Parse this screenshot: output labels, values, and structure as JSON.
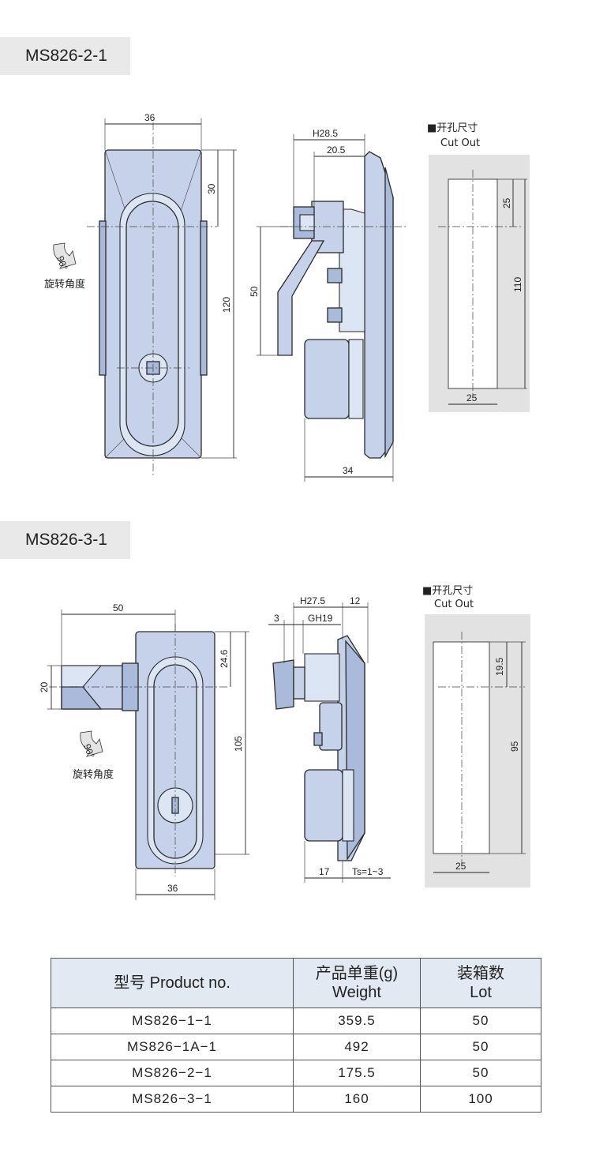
{
  "section1": {
    "title": "MS826-2-1",
    "dims": {
      "width_36": "36",
      "top_30": "30",
      "height_120": "120",
      "h28_5": "H28.5",
      "d20_5": "20.5",
      "side_50": "50",
      "depth_34": "34",
      "cut_25_top": "25",
      "cut_110": "110",
      "cut_25_bottom": "25"
    },
    "rotation_angle": "90°",
    "rotation_label": "旋转角度",
    "cutout_title_cn": "■开孔尺寸",
    "cutout_title_en": "Cut Out"
  },
  "section2": {
    "title": "MS826-3-1",
    "dims": {
      "width_50": "50",
      "left_20": "20",
      "top_24_6": "24.6",
      "height_105": "105",
      "bottom_36": "36",
      "h27_5": "H27.5",
      "d12": "12",
      "d3": "3",
      "gh19": "GH19",
      "d17": "17",
      "ts": "Ts=1~3",
      "cut_19_5": "19.5",
      "cut_95": "95",
      "cut_25": "25"
    },
    "rotation_angle": "90°",
    "rotation_label": "旋转角度",
    "cutout_title_cn": "■开孔尺寸",
    "cutout_title_en": "Cut Out"
  },
  "table": {
    "headers": [
      {
        "line1": "型号 Product no.",
        "line2": ""
      },
      {
        "line1": "产品单重(g)",
        "line2": "Weight"
      },
      {
        "line1": "装箱数",
        "line2": "Lot"
      }
    ],
    "rows": [
      [
        "MS826−1−1",
        "359.5",
        "50"
      ],
      [
        "MS826−1A−1",
        "492",
        "50"
      ],
      [
        "MS826−2−1",
        "175.5",
        "50"
      ],
      [
        "MS826−3−1",
        "160",
        "100"
      ]
    ]
  },
  "colors": {
    "part_fill": "#c5d2ea",
    "header_bg": "#e2e9f2",
    "tag_bg": "#e9e9e9",
    "cutout_bg": "#e2e2e2"
  }
}
